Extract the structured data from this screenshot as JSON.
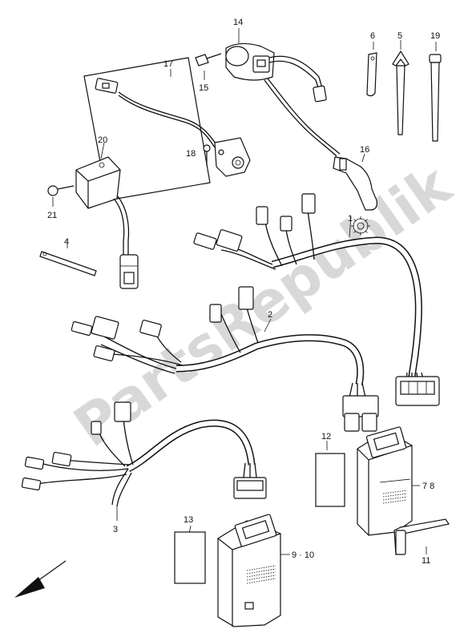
{
  "watermark": "PartsRepublik",
  "labels": {
    "p1": "1",
    "p2": "2",
    "p3": "3",
    "p4": "4",
    "p5": "5",
    "p6": "6",
    "p78": "7  8",
    "p910": "9 · 10",
    "p11": "11",
    "p12": "12",
    "p13": "13",
    "p14": "14",
    "p15": "15",
    "p16": "16",
    "p17": "17",
    "p18": "18",
    "p19": "19",
    "p20": "20",
    "p21": "21"
  },
  "icons": {
    "gear": "gear-icon",
    "front_arrow": "arrow-down-left-icon"
  }
}
